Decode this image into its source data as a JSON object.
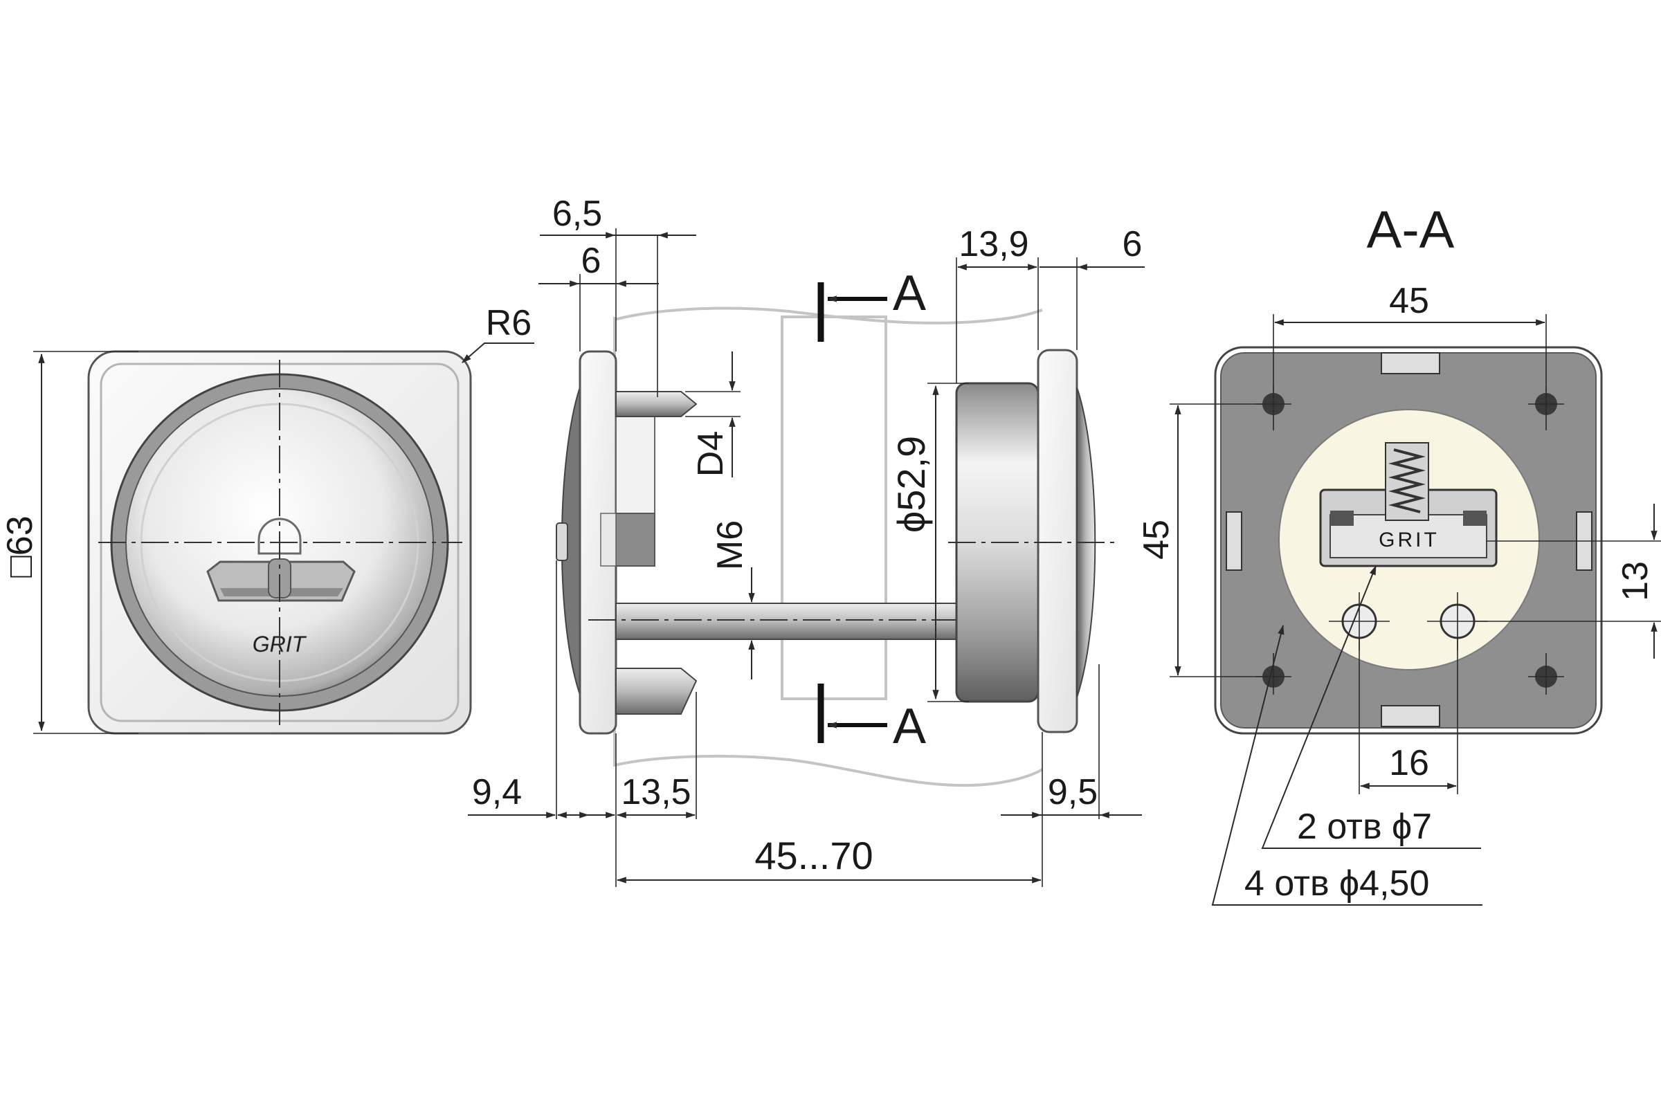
{
  "front_view": {
    "size_label": "□63",
    "radius_label": "R6",
    "logo_text": "GRIT"
  },
  "side_view": {
    "dims": {
      "d_6_5": "6,5",
      "d_6_left": "6",
      "d_13_9": "13,9",
      "d_6_right": "6",
      "d_d4": "D4",
      "d_m6": "M6",
      "d_dia": "ϕ52,9",
      "d_9_4": "9,4",
      "d_13_5": "13,5",
      "d_9_5": "9,5",
      "d_range": "45...70"
    },
    "section_mark_top": "A",
    "section_mark_bottom": "A"
  },
  "section_view": {
    "title": "A-A",
    "d_45_horizontal": "45",
    "d_45_vertical": "45",
    "d_13": "13",
    "d_16": "16",
    "holes_2": "2 отв ϕ7",
    "holes_4": "4 отв ϕ4,50",
    "logo_text": "GRIT"
  },
  "colors": {
    "steel_light": "#f3f3f3",
    "steel_mid": "#c9c9c9",
    "steel_dark": "#6e6e6e",
    "plate_gray": "#8f8f8f",
    "cream": "#f8f6e2",
    "door_outline": "#c4c4c4"
  }
}
